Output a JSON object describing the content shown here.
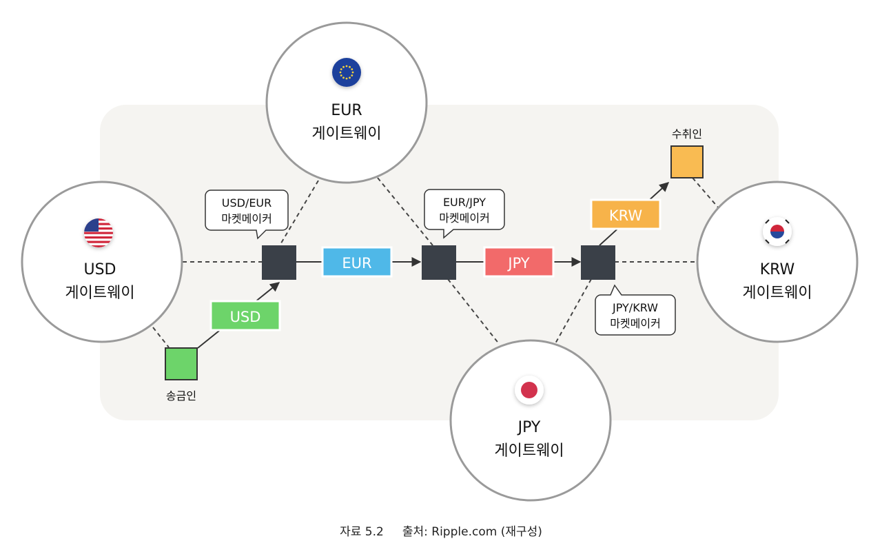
{
  "gateways": {
    "usd": {
      "code": "USD",
      "label": "게이트웨이"
    },
    "eur": {
      "code": "EUR",
      "label": "게이트웨이"
    },
    "jpy": {
      "code": "JPY",
      "label": "게이트웨이"
    },
    "krw": {
      "code": "KRW",
      "label": "게이트웨이"
    }
  },
  "sender": {
    "label": "송금인"
  },
  "receiver": {
    "label": "수취인"
  },
  "market_makers": {
    "usd_eur": {
      "line1": "USD/EUR",
      "line2": "마켓메이커"
    },
    "eur_jpy": {
      "line1": "EUR/JPY",
      "line2": "마켓메이커"
    },
    "jpy_krw": {
      "line1": "JPY/KRW",
      "line2": "마켓메이커"
    }
  },
  "flow_tags": {
    "usd": "USD",
    "eur": "EUR",
    "jpy": "JPY",
    "krw": "KRW"
  },
  "caption": "자료 5.2     출처: Ripple.com (재구성)",
  "colors": {
    "usd_tag": "#6dd46a",
    "eur_tag": "#4fb8e8",
    "jpy_tag": "#f26a6a",
    "krw_tag": "#f7b34a",
    "sender_box": "#6dd46a",
    "receiver_box": "#f9bb52",
    "node": "#3a4048",
    "panel": "#f5f4f1",
    "circle_border": "#9a9a9a"
  }
}
